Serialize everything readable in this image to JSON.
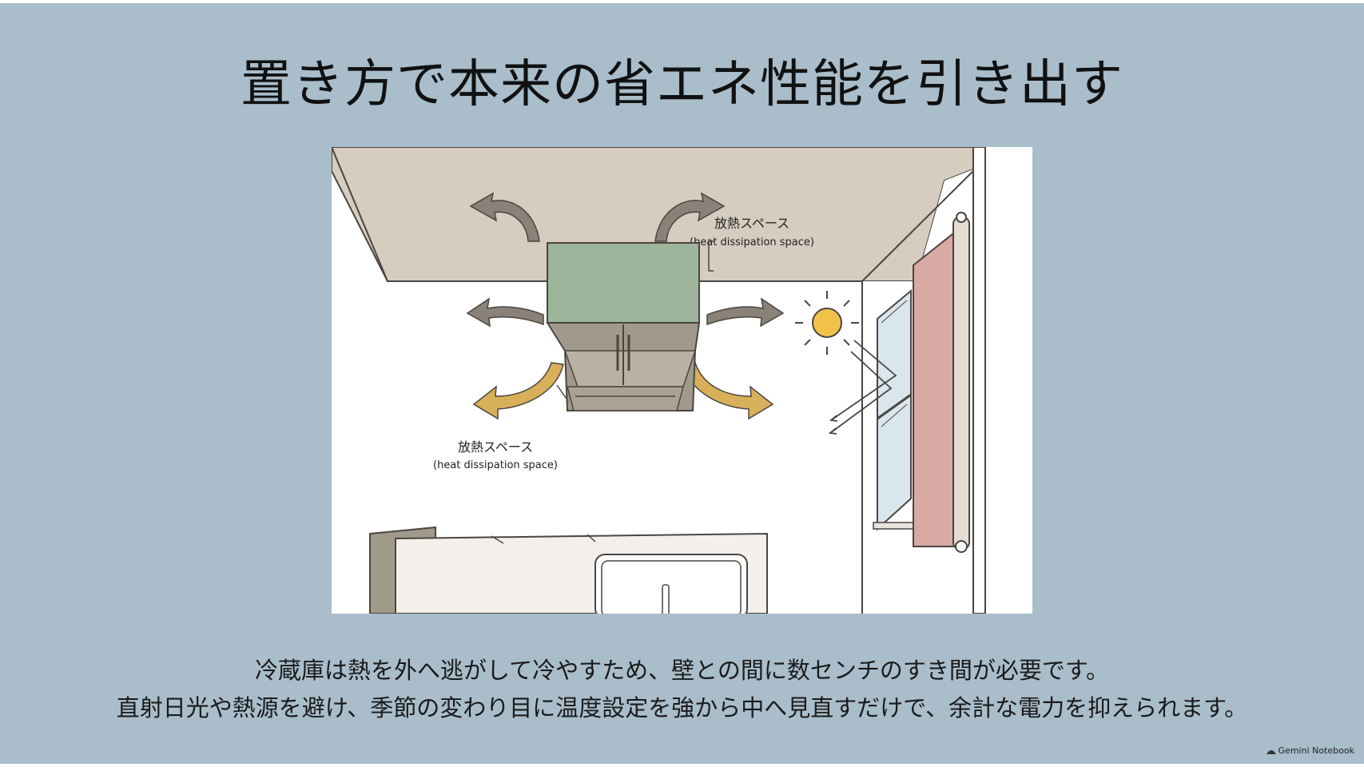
{
  "slide": {
    "title": "置き方で本来の省エネ性能を引き出す",
    "illustration": {
      "label_top_jp": "放熱スペース",
      "label_top_en": "(heat dissipation space)",
      "label_bottom_jp": "放熱スペース",
      "label_bottom_en": "(heat dissipation space)",
      "icons": [
        "heat-arrow-icon",
        "sun-icon",
        "refrigerator-icon",
        "window-icon",
        "curtain-icon"
      ],
      "colors": {
        "fridge_top": "#9cb59b",
        "fridge_body": "#a09a8b",
        "wall": "#d6ccc0",
        "grey_arrow": "#8a8178",
        "yellow_arrow": "#d8b05a",
        "curtain": "#d9a9a4",
        "sun": "#f0c24a"
      }
    },
    "caption_line1": "冷蔵庫は熱を外へ逃がして冷やすため、壁との間に数センチのすき間が必要です。",
    "caption_line2": "直射日光や熱源を避け、季節の変わり目に温度設定を強から中へ見直すだけで、余計な電力を抑えられます。",
    "brand": "Gemini Notebook"
  }
}
